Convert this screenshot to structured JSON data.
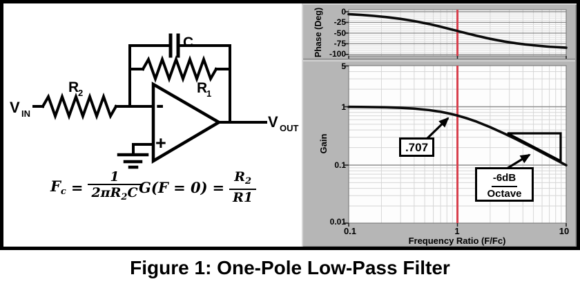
{
  "figure": {
    "caption": "Figure 1: One-Pole Low-Pass Filter"
  },
  "circuit": {
    "labels": {
      "vin_base": "V",
      "vin_sub": "IN",
      "r2_base": "R",
      "r2_sub": "2",
      "cap": "C",
      "r1_base": "R",
      "r1_sub": "1",
      "opamp_minus": "-",
      "opamp_plus": "+",
      "vout_base": "V",
      "vout_sub": "OUT"
    },
    "formulas": {
      "fc": {
        "lhs": "F",
        "lhs_sub": "c",
        "eq": "=",
        "num": "1",
        "den_pre": "2π",
        "den_r": "R",
        "den_r_sub": "2",
        "den_post": "C"
      },
      "g": {
        "lhs": "G(F = 0)",
        "eq": "=",
        "num_r": "R",
        "num_sub": "2",
        "den": "R1"
      }
    }
  },
  "plots": {
    "colors": {
      "cursor_red": "#d8404d",
      "panel_gray": "#b6b6b6",
      "curve": "#0a0a0a"
    },
    "phase": {
      "ylabel": "Phase (Deg)",
      "ytick_labels": [
        "0",
        "-25",
        "-50",
        "-75",
        "-100"
      ]
    },
    "gain": {
      "ylabel": "Gain",
      "ytick_labels": [
        "5",
        "1",
        "0.1",
        "0.01"
      ]
    },
    "xtick_labels": [
      "0.1",
      "1",
      "10"
    ],
    "xlabel": "Frequency Ratio (F/Fc)",
    "annotations": {
      "cutoff": ".707",
      "slope_line1": "-6dB",
      "slope_line2": "Octave"
    }
  },
  "chart_data": [
    {
      "type": "line",
      "name": "phase-response",
      "ylabel": "Phase (Deg)",
      "xlabel": "Frequency Ratio (F/Fc)",
      "x_scale": "log",
      "y_scale": "linear",
      "xlim": [
        0.1,
        10
      ],
      "ylim": [
        -100,
        0
      ],
      "xticks": [
        0.1,
        1,
        10
      ],
      "yticks": [
        0,
        -25,
        -50,
        -75,
        -100
      ],
      "grid": true,
      "cursor_x": 1,
      "x": [
        0.1,
        0.13,
        0.17,
        0.22,
        0.3,
        0.4,
        0.55,
        0.7,
        0.85,
        1,
        1.2,
        1.5,
        2,
        2.7,
        3.5,
        5,
        7,
        10
      ],
      "y": [
        -5.7,
        -7.4,
        -9.7,
        -12.4,
        -16.7,
        -21.8,
        -28.8,
        -35.0,
        -40.4,
        -45.0,
        -50.2,
        -56.3,
        -63.4,
        -69.7,
        -74.1,
        -78.7,
        -81.9,
        -84.3
      ]
    },
    {
      "type": "line",
      "name": "gain-response",
      "ylabel": "Gain",
      "xlabel": "Frequency Ratio (F/Fc)",
      "x_scale": "log",
      "y_scale": "log",
      "xlim": [
        0.1,
        10
      ],
      "ylim": [
        0.01,
        5
      ],
      "xticks": [
        0.1,
        1,
        10
      ],
      "yticks": [
        5,
        1,
        0.1,
        0.01
      ],
      "grid": true,
      "cursor_x": 1,
      "x": [
        0.1,
        0.13,
        0.17,
        0.22,
        0.3,
        0.4,
        0.55,
        0.7,
        0.85,
        1,
        1.2,
        1.5,
        2,
        2.7,
        3.5,
        5,
        7,
        10
      ],
      "y": [
        0.995,
        0.992,
        0.986,
        0.977,
        0.958,
        0.928,
        0.876,
        0.819,
        0.762,
        0.707,
        0.64,
        0.555,
        0.447,
        0.347,
        0.275,
        0.196,
        0.141,
        0.0995
      ],
      "annotations": [
        {
          "text": ".707",
          "points_to_x": 1,
          "points_to_y": 0.707
        },
        {
          "text": "-6dB Octave",
          "meaning": "rolloff slope indicator triangle"
        }
      ]
    }
  ]
}
